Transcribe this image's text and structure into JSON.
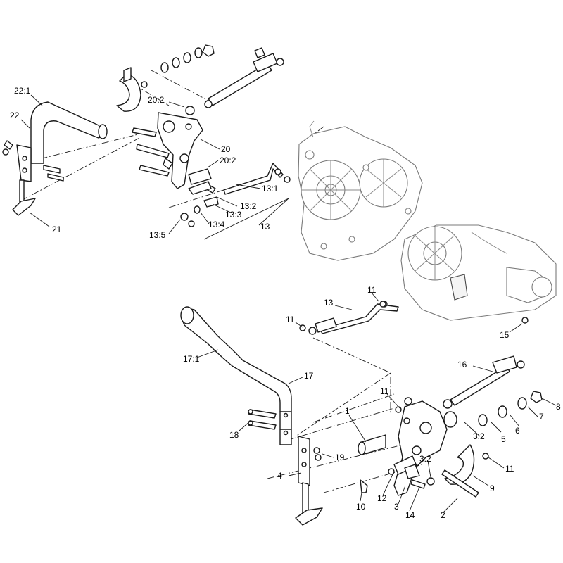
{
  "callouts": {
    "c22_1": "22:1",
    "c22": "22",
    "c21": "21",
    "c20_2a": "20:2",
    "c20": "20",
    "c20_2b": "20:2",
    "c13_1a": "13:1",
    "c13_2a": "13:2",
    "c13_3": "13:3",
    "c13_4": "13:4",
    "c13_5": "13:5",
    "c13a": "13",
    "c11a": "11",
    "c13b": "13",
    "c11b": "11",
    "c15": "15",
    "c17_1": "17:1",
    "c17": "17",
    "c16": "16",
    "c11c": "11",
    "c1": "1",
    "c18": "18",
    "c3_2a": "3:2",
    "c5": "5",
    "c6": "6",
    "c7": "7",
    "c8": "8",
    "c19": "19",
    "c3_2b": "3:2",
    "c11d": "11",
    "c4": "4",
    "c9": "9",
    "c10": "10",
    "c12": "12",
    "c3": "3",
    "c14": "14",
    "c2": "2"
  }
}
